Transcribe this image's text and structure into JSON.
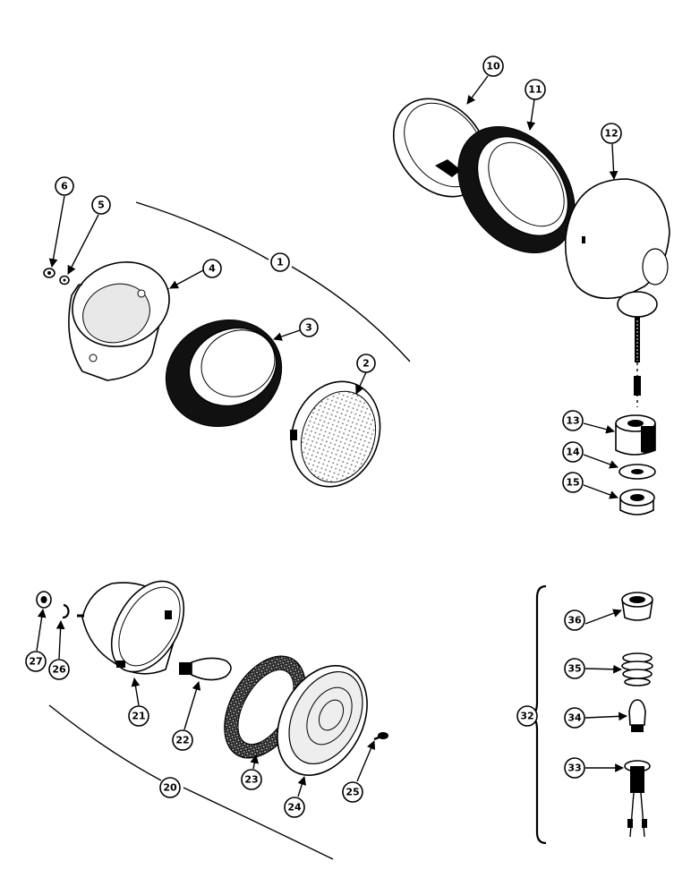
{
  "diagram": {
    "callouts": {
      "c1": "1",
      "c2": "2",
      "c3": "3",
      "c4": "4",
      "c5": "5",
      "c6": "6",
      "c10": "10",
      "c11": "11",
      "c12": "12",
      "c13": "13",
      "c14": "14",
      "c15": "15",
      "c20": "20",
      "c21": "21",
      "c22": "22",
      "c23": "23",
      "c24": "24",
      "c25": "25",
      "c26": "26",
      "c27": "27",
      "c32": "32",
      "c33": "33",
      "c34": "34",
      "c35": "35",
      "c36": "36"
    }
  }
}
